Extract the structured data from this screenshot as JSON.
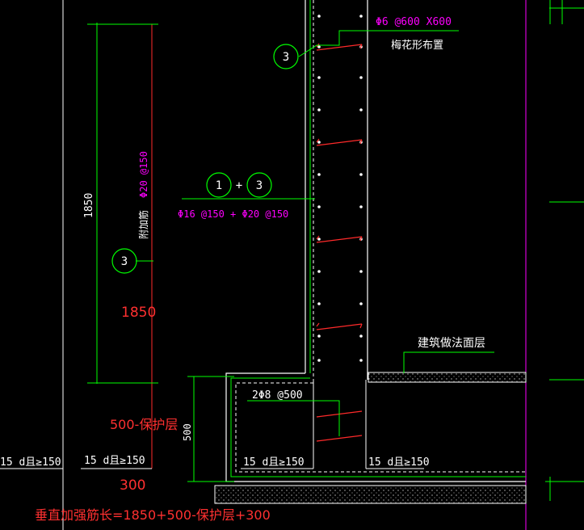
{
  "labels": {
    "rebar_top": "Φ6 @600 X600",
    "plum_layout": "梅花形布置",
    "circle_3a": "3",
    "circle_1": "1",
    "plus": "+",
    "circle_3b": "3",
    "main_rebar": "Φ16 @150 + Φ20 @150",
    "vertical_rebar": "Φ20 @150",
    "vertical_rebar_name": "附加筋",
    "circle_3c": "3",
    "dim_1850": "1850",
    "finish_layer": "建筑做法面层",
    "stirrup": "2Φ8 @500",
    "dim_500": "500",
    "anchor_1": "15 d且≥150",
    "anchor_2": "15 d且≥150",
    "anchor_3": "15 d且≥150",
    "anchor_4": "15 d且≥150"
  },
  "notes": {
    "n1850": "1850",
    "n500": "500-保护层",
    "n300": "300",
    "formula": "垂直加强筋长=1850+500-保护层+300"
  },
  "colors": {
    "background": "#000000",
    "line_white": "#ffffff",
    "line_green": "#00ff00",
    "rebar_red": "#ff2a2a",
    "text_magenta": "#ff00ff",
    "note_red": "#ff3030",
    "hatch": "#bfbfbf"
  }
}
